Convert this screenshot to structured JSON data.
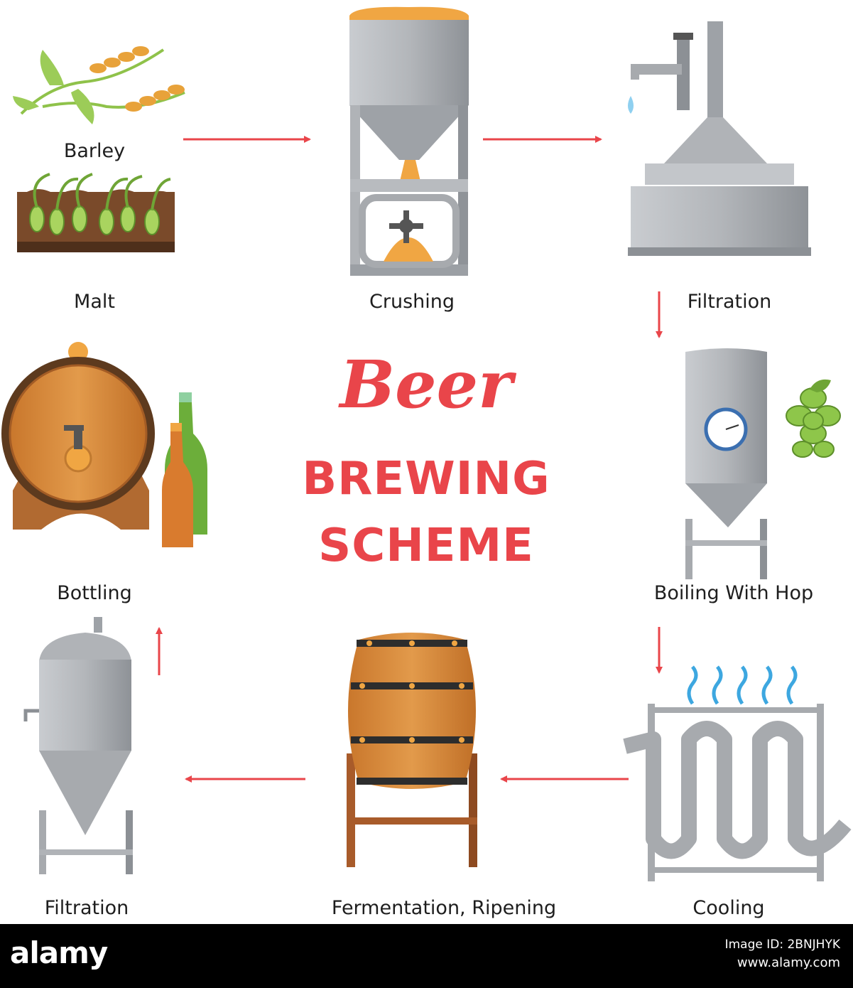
{
  "steps": {
    "barley": "Barley",
    "malt": "Malt",
    "crushing": "Crushing",
    "filtration_top": "Filtration",
    "boiling": "Boiling With Hop",
    "cooling": "Cooling",
    "fermentation": "Fermentation, Ripening",
    "filtration_bottom": "Filtration",
    "bottling": "Bottling"
  },
  "title": {
    "main": "Beer",
    "line1": "BREWING",
    "line2": "SCHEME"
  },
  "footer": {
    "logo": "alamy",
    "image_id": "Image ID: 2BNJHYK",
    "url": "www.alamy.com"
  },
  "colors": {
    "accent": "#e9454a",
    "steel": "#a7aaae",
    "wood": "#d98a3c",
    "footer": "#000000"
  }
}
